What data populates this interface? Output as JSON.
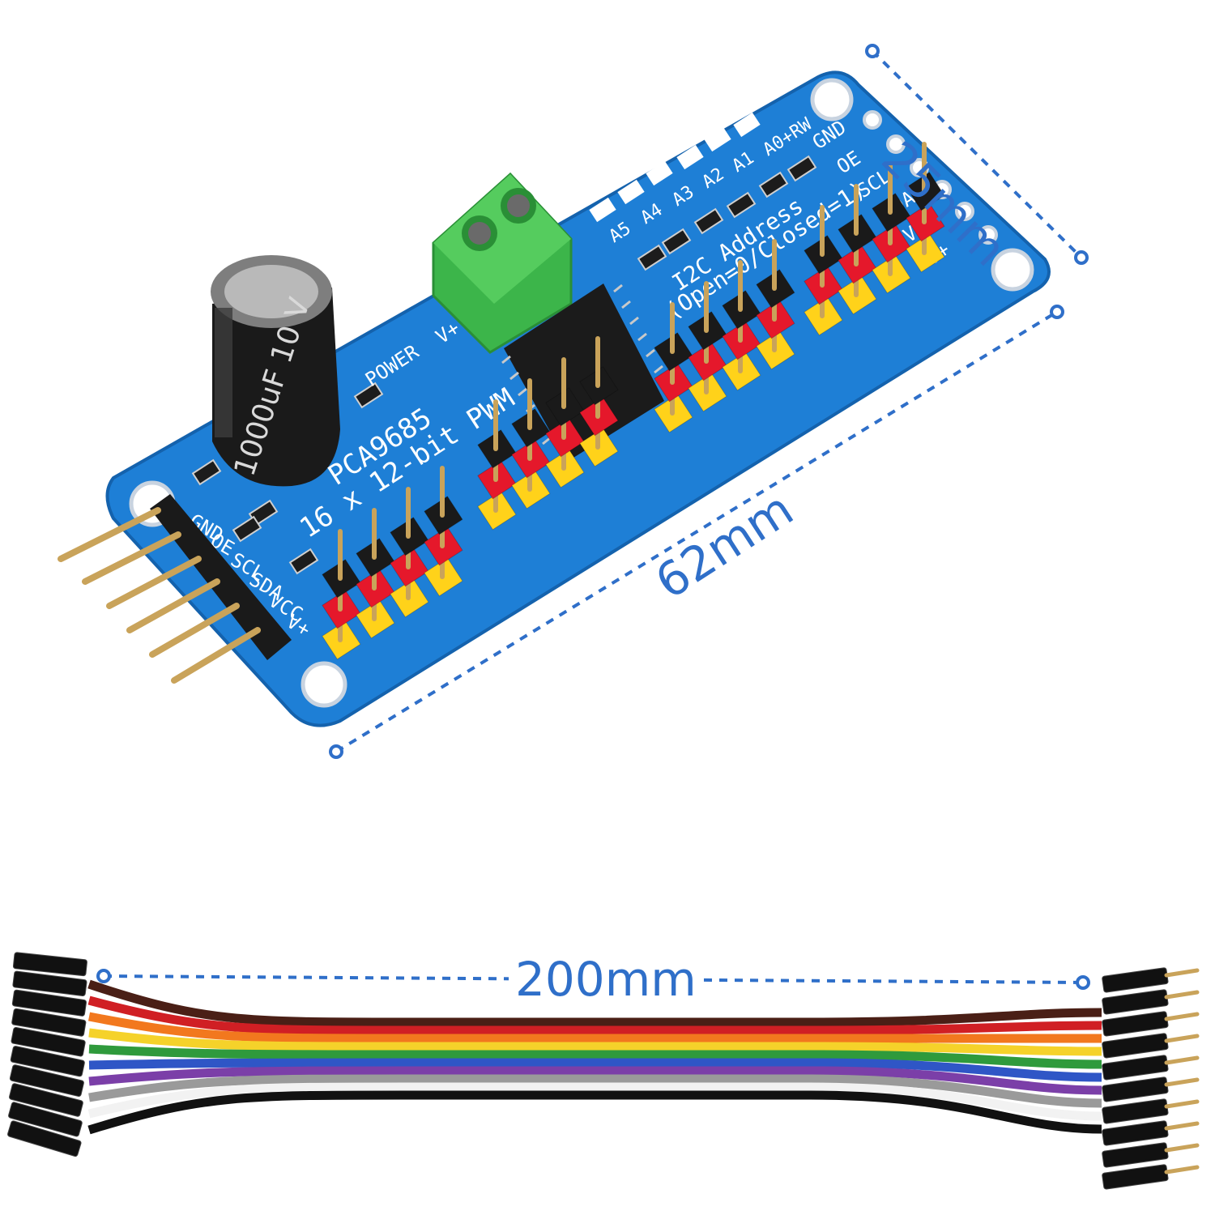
{
  "dimensions": {
    "width": "25mm",
    "length": "62mm",
    "cable_length": "200mm"
  },
  "board": {
    "chip_name": "PCA9685",
    "subtitle": "16 x 12-bit PWM",
    "power_label": "POWER",
    "vplus_label": "V+",
    "capacitor_text": "1000uF 10 V",
    "address_title": "I2C Address",
    "address_note": "(Open=0/Closed=1)",
    "address_bits": [
      "A5",
      "A4",
      "A3",
      "A2",
      "A1",
      "A0+RW"
    ],
    "left_header_pins": [
      "GND",
      "OE",
      "SCL",
      "SDA",
      "VCC",
      "V+"
    ],
    "right_header_pins": [
      "GND",
      "OE",
      "SCL",
      "SDA",
      "VCC",
      "V+"
    ],
    "pcb_color": "#1e7fd6",
    "header_colors": [
      "#ffd21a",
      "#e5182b",
      "#1a1a1a"
    ]
  },
  "cable": {
    "wire_colors": [
      "#4a1f16",
      "#d01f24",
      "#f2781e",
      "#f5d22a",
      "#2f9a3c",
      "#2f56c6",
      "#7b3fa8",
      "#9a9a9a",
      "#f2f2f2",
      "#111111"
    ]
  }
}
